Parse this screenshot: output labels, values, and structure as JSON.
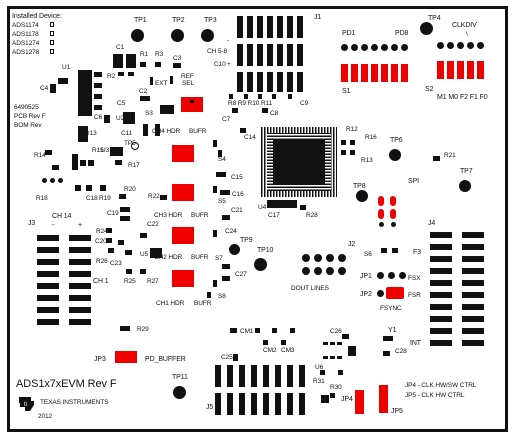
{
  "installed_device": {
    "heading": "Installed Device:",
    "items": [
      "ADS1174",
      "ADS1178",
      "ADS1274",
      "ADS1278"
    ]
  },
  "pcb_info": [
    "6490525",
    "PCB Rev F",
    "BOM Rev"
  ],
  "board_title": "ADS1x7xEVM Rev F",
  "brand": "TEXAS INSTRUMENTS",
  "year": "2012",
  "jumper_labels": {
    "jp3_note": "PD_BUFFER",
    "jp4_note": "JP4 - CLK HW/SW CTRL",
    "jp5_note": "JP5 - CLK HW CTRL",
    "clkdiv": "CLKDIV",
    "mode": "M1 M0",
    "format": "F2 F1 F0",
    "fsync": "FSYNC",
    "fsx": "FSX",
    "fsr": "FSR",
    "ch58": "CH 5-8",
    "ch14": "CH 1-4",
    "dout_lines": "DOUT LINES",
    "spi": "SPI",
    "int": "INT"
  },
  "hdr_labels": [
    "CH4 HDR",
    "CH3 HDR",
    "CH2 HDR",
    "CH1 HDR"
  ],
  "bufr_labels": [
    "BUFR",
    "BUFR",
    "BUFR",
    "BUFR"
  ],
  "ch_labels": {
    "ch1": "CH 1",
    "ch14": "CH 14",
    "minus": "-",
    "plus": "+",
    "ch58_minus": "-",
    "ch58_plus": "+"
  },
  "ref_labels": {
    "ref": "REF",
    "sel": "SEL",
    "ext": "EXT"
  },
  "testpoints": [
    "TP1",
    "TP2",
    "TP3",
    "TP4",
    "TP5",
    "TP6",
    "TP7",
    "TP8",
    "TP9",
    "TP10",
    "TP11"
  ],
  "connectors": [
    "J1",
    "J2",
    "J3",
    "J4",
    "J5"
  ],
  "ics": [
    "U1",
    "U2",
    "U3",
    "U4",
    "U5",
    "U6",
    "U13"
  ],
  "switches": [
    "S1",
    "S2",
    "S3",
    "S4",
    "S5",
    "S6",
    "S7",
    "S8"
  ],
  "jumpers": [
    "JP1",
    "JP2",
    "JP3",
    "JP4",
    "JP5"
  ],
  "pads": [
    "PD1",
    "PD8",
    "Y1"
  ],
  "caps": [
    "C1",
    "C2",
    "C3",
    "C4",
    "C5",
    "C6",
    "C7",
    "C8",
    "C9",
    "C10",
    "C11",
    "C12",
    "C14",
    "C15",
    "C16",
    "C17",
    "C18",
    "C19",
    "C20",
    "C21",
    "C22",
    "C23",
    "C24",
    "C25",
    "C26",
    "C27",
    "C28",
    "CM1",
    "CM2",
    "CM3"
  ],
  "res": [
    "R1",
    "R2",
    "R3",
    "R12",
    "R13",
    "R14",
    "R15",
    "R16",
    "R17",
    "R18",
    "R19",
    "R20",
    "R21",
    "R22",
    "R23",
    "R24",
    "R25",
    "R26",
    "R27",
    "R28",
    "R29",
    "R30",
    "R31"
  ]
}
